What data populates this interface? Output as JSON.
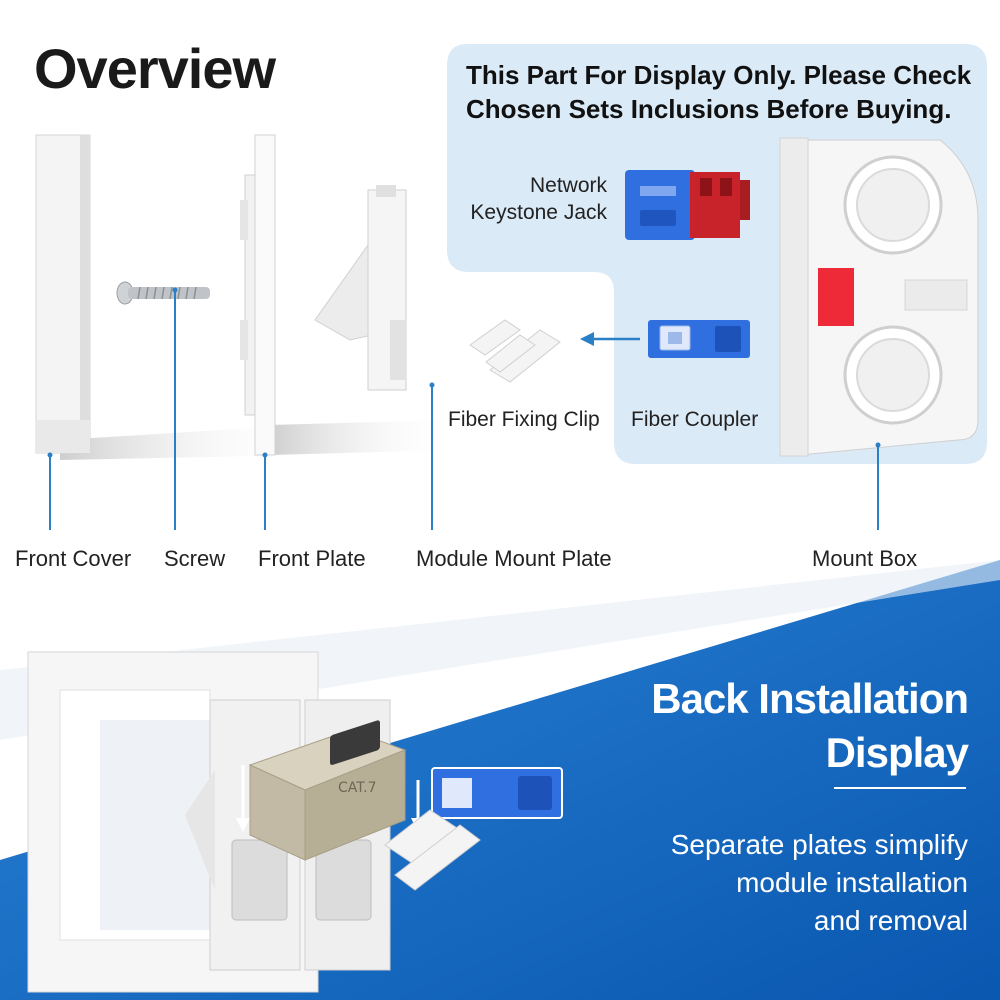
{
  "overview": {
    "title": "Overview"
  },
  "notice": {
    "text": "This Part For Display Only. Please Check Chosen Sets Inclusions Before Buying."
  },
  "parts": {
    "front_cover": "Front Cover",
    "screw": "Screw",
    "front_plate": "Front Plate",
    "module_mount_plate": "Module Mount Plate",
    "mount_box": "Mount Box",
    "network_keystone_line1": "Network",
    "network_keystone_line2": "Keystone Jack",
    "fiber_fixing_clip": "Fiber Fixing Clip",
    "fiber_coupler": "Fiber Coupler"
  },
  "back_installation": {
    "title_line1": "Back Installation",
    "title_line2": "Display",
    "sub_line1": "Separate plates simplify",
    "sub_line2": "module installation",
    "sub_line3": "and removal"
  },
  "jack_print": "CAT.7",
  "colors": {
    "accent_blue": "#2a7fc7",
    "panel_blue": "#dbeaf7",
    "deep_blue": "#0b5cb3",
    "module_blue": "#2f6fe0",
    "module_red": "#d62a2a"
  }
}
